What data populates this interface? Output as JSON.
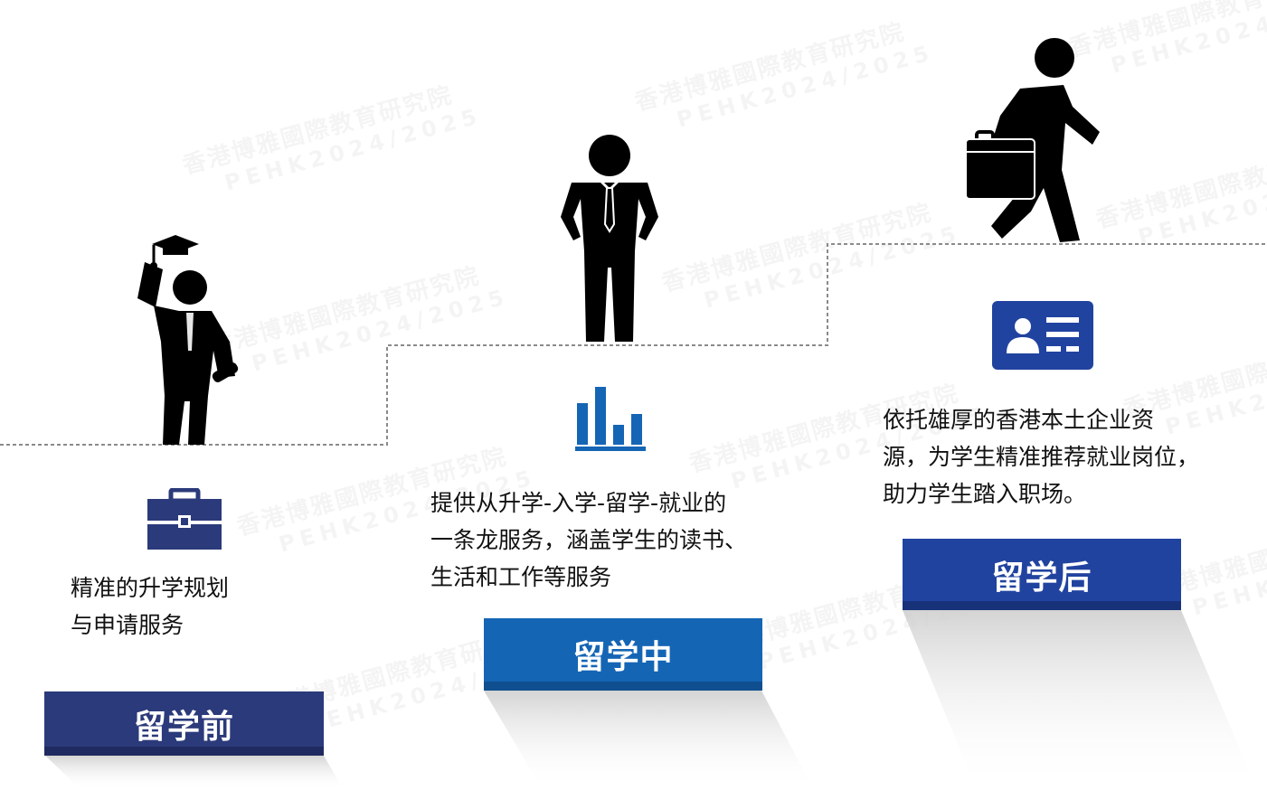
{
  "watermark": {
    "title": "香港博雅國際教育研究院",
    "subtitle": "PEHK2024/2025"
  },
  "stages": [
    {
      "label": "留学前",
      "desc_lines": [
        "精准的升学规划",
        "与申请服务"
      ],
      "icon": "briefcase-icon",
      "figure": "graduate-figure-icon",
      "color": "#2b3a7a"
    },
    {
      "label": "留学中",
      "desc_lines": [
        "提供从升学-入学-留学-就业的",
        "一条龙服务，涵盖学生的读书、",
        "生活和工作等服务"
      ],
      "icon": "bar-chart-icon",
      "figure": "businessman-standing-icon",
      "color": "#1565b5"
    },
    {
      "label": "留学后",
      "desc_lines": [
        "依托雄厚的香港本土企业资",
        "源，为学生精准推荐就业岗位，",
        "助力学生踏入职场。"
      ],
      "icon": "id-card-icon",
      "figure": "businessman-walking-icon",
      "color": "#2143a0"
    }
  ]
}
